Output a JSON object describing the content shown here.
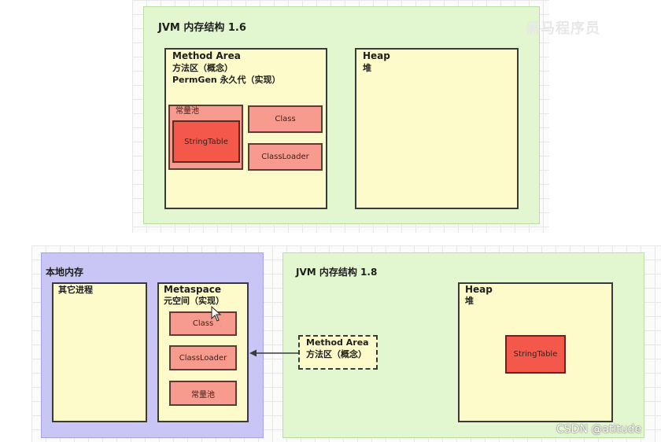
{
  "top": {
    "title": "JVM 内存结构 1.6",
    "method_area": {
      "title": "Method Area",
      "line1": "方法区（概念）",
      "line2": "PermGen 永久代（实现）",
      "pool_label": "常量池",
      "string_table": "StringTable",
      "class": "Class",
      "class_loader": "ClassLoader"
    },
    "heap": {
      "title": "Heap",
      "subtitle": "堆"
    }
  },
  "bottom_left": {
    "title": "本地内存",
    "other_process": "其它进程",
    "metaspace": {
      "title": "Metaspace",
      "subtitle": "元空间（实现）",
      "class": "Class",
      "class_loader": "ClassLoader",
      "pool": "常量池"
    }
  },
  "bottom_right": {
    "title": "JVM 内存结构 1.8",
    "method_area": {
      "title": "Method Area",
      "subtitle": "方法区（概念）"
    },
    "heap": {
      "title": "Heap",
      "subtitle": "堆",
      "string_table": "StringTable"
    }
  },
  "watermark": "黑马程序员",
  "credit": "CSDN @atitude",
  "colors": {
    "green_bg": "#e2f7cf",
    "purple_bg": "#c9c6f5",
    "yellow_box": "#fdfbc9",
    "salmon_box": "#f89b8f",
    "red_box": "#f4584a"
  }
}
